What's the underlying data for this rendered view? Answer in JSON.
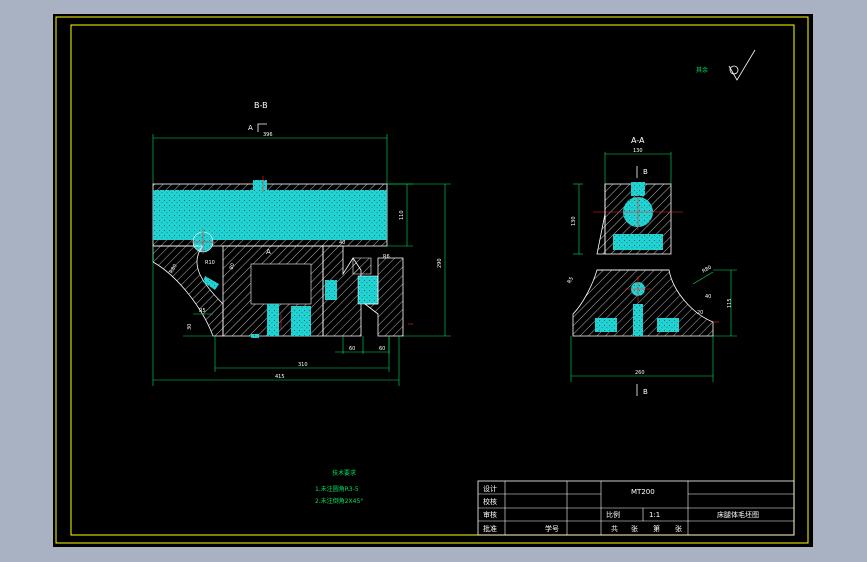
{
  "views": {
    "left_title": "B-B",
    "right_title": "A-A",
    "section_marker_a": "A",
    "section_marker_b": "B"
  },
  "roughness": {
    "label": "其余"
  },
  "dimensions": {
    "top_width": "396",
    "right_h1": "110",
    "right_h2": "290",
    "inner_w1": "310",
    "bottom_w": "415",
    "slot_a": "60",
    "slot_b": "60",
    "small_a": "40",
    "small_b": "R6",
    "left_r": "R80",
    "left_small": "80",
    "left_h": "30",
    "mid_r": "R10",
    "aa_top": "130",
    "aa_h": "130",
    "aa_bottom": "260",
    "aa_right": "115",
    "aa_r": "R80",
    "aa_left_r": "R5",
    "aa_small": "40",
    "aa_notch": "20"
  },
  "notes": {
    "title": "技术要求",
    "items": [
      "1.未注圆角R3-5",
      "2.未注倒角2X45°"
    ]
  },
  "title_block": {
    "rows": [
      "设计",
      "校核",
      "审核",
      "批准"
    ],
    "code": "MT200",
    "scale_label": "比例",
    "scale_value": "1:1",
    "drawing_name": "床腿体毛坯图",
    "sheets_total_label": "共",
    "sheets_label": "张",
    "sheet_no_label": "第",
    "sheet_suffix": "张",
    "student_no_label": "学号"
  },
  "colors": {
    "frame": "#ffff00",
    "outline": "#ffffff",
    "fill": "#22d3d3",
    "dim": "#00e060",
    "center": "#ff2020"
  }
}
